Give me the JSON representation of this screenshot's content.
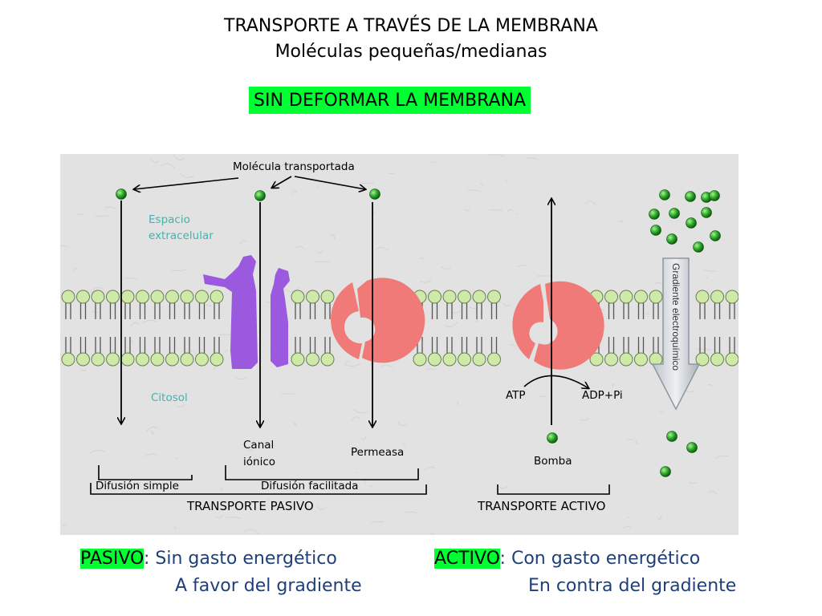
{
  "header": {
    "title": "TRANSPORTE A TRAVÉS DE LA MEMBRANA",
    "subtitle": "Moléculas pequeñas/medianas",
    "highlight": "SIN DEFORMAR LA MEMBRANA"
  },
  "diagram": {
    "molecule_label": "Molécula transportada",
    "extracellular_line1": "Espacio",
    "extracellular_line2": "extracelular",
    "cytosol": "Citosol",
    "channel_line1": "Canal",
    "channel_line2": "iónico",
    "permease": "Permeasa",
    "pump": "Bomba",
    "atp": "ATP",
    "adp": "ADP+Pi",
    "gradient": "Gradiente electroquímico",
    "simple_diffusion": "Difusión simple",
    "facilitated_diffusion": "Difusión facilitada",
    "passive_transport": "TRANSPORTE PASIVO",
    "active_transport": "TRANSPORTE ACTIVO",
    "colors": {
      "background": "#e2e2e2",
      "lipid_head": "#cfeaa8",
      "channel": "#9b59e0",
      "carrier": "#ef7a78",
      "molecule": "#1f9a1f",
      "labels_teal": "#3fb5b0"
    }
  },
  "footer": {
    "passive_key": "PASIVO",
    "passive_line1": ": Sin gasto energético",
    "passive_line2": "A favor del gradiente",
    "active_key": "ACTIVO",
    "active_line1": ": Con gasto energético",
    "active_line2": "En contra del gradiente"
  }
}
